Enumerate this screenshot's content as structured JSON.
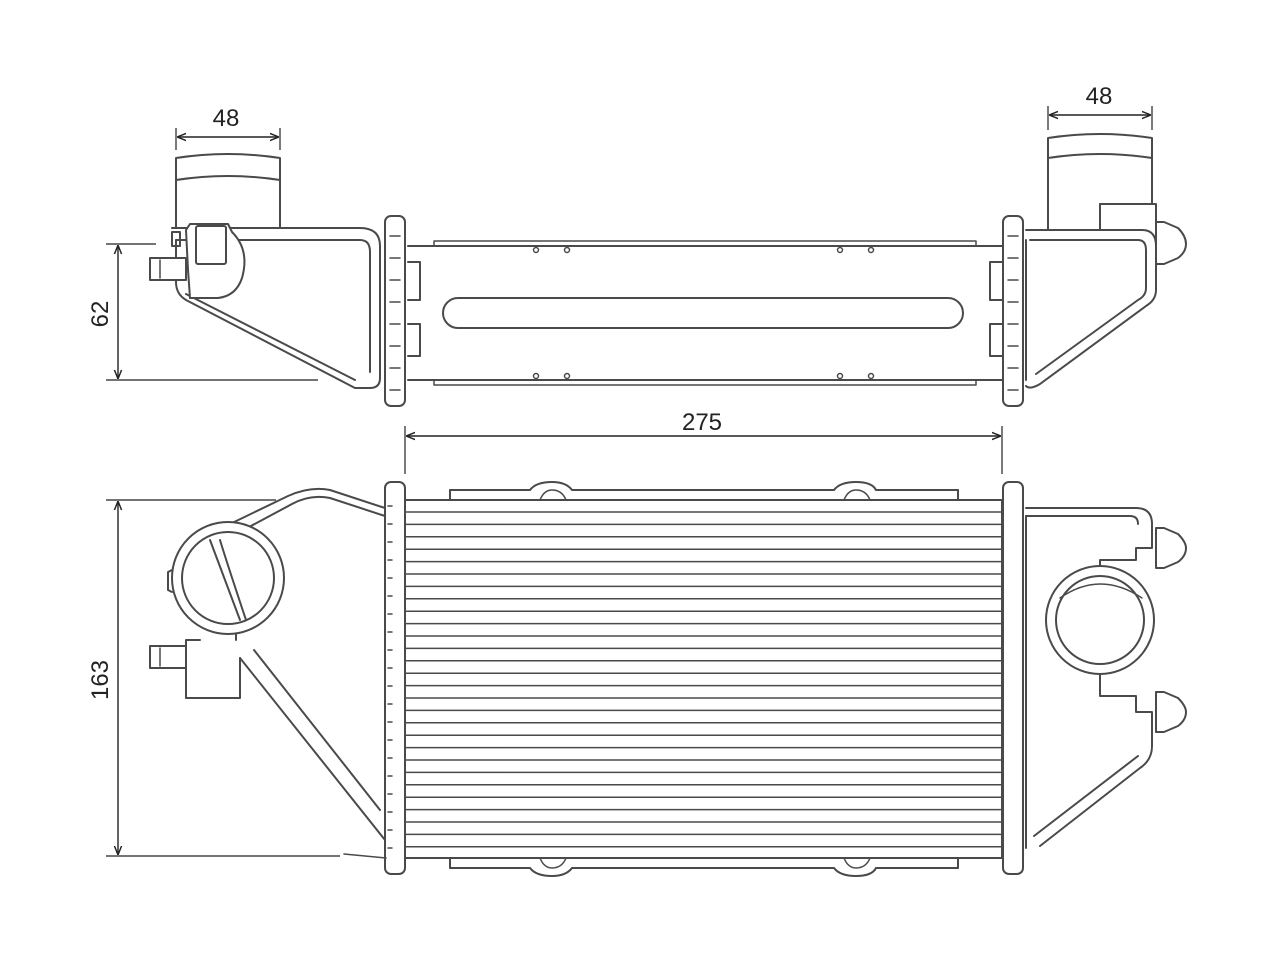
{
  "dimensions": {
    "top_left_width": "48",
    "top_right_width": "48",
    "top_view_height": "62",
    "core_width": "275",
    "front_view_height": "163"
  },
  "colors": {
    "line": "#4a4a4a",
    "dimension": "#222222",
    "background": "#ffffff"
  }
}
